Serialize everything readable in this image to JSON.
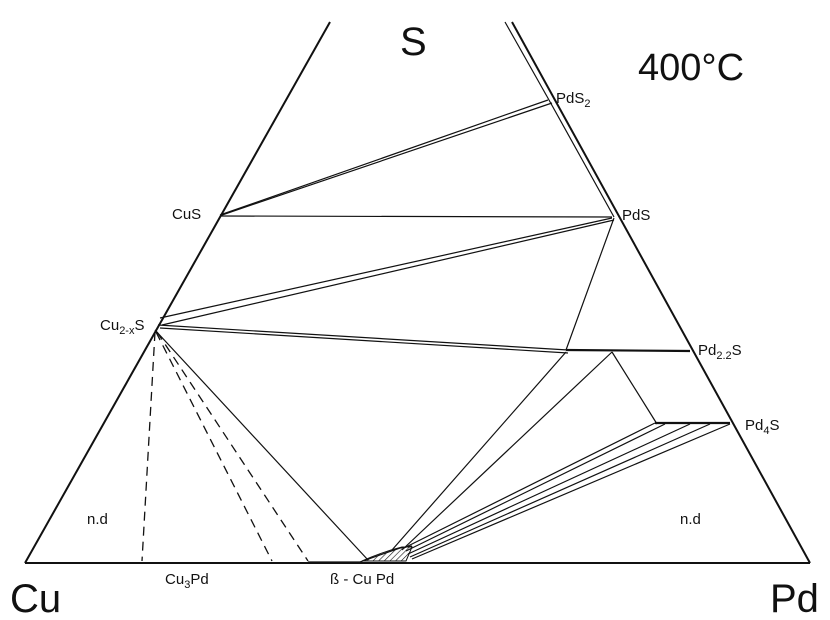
{
  "diagram": {
    "title": "400°C",
    "vertices": {
      "top": "S",
      "left": "Cu",
      "right": "Pd"
    },
    "phases": {
      "pds2": {
        "base": "PdS",
        "sub": "2",
        "tail": ""
      },
      "cus": {
        "base": "CuS",
        "sub": "",
        "tail": ""
      },
      "pds": {
        "base": "PdS",
        "sub": "",
        "tail": ""
      },
      "cu2xs": {
        "base": "Cu",
        "sub": "2-x",
        "tail": "S"
      },
      "pd22s": {
        "base": "Pd",
        "sub": "2.2",
        "tail": "S"
      },
      "pd4s": {
        "base": "Pd",
        "sub": "4",
        "tail": "S"
      },
      "cu3pd": {
        "base": "Cu",
        "sub": "3",
        "tail": "Pd"
      },
      "bcupd": {
        "base": "ß - Cu Pd",
        "sub": "",
        "tail": ""
      }
    },
    "region_labels": {
      "left_nd": "n.d",
      "right_nd": "n.d"
    }
  }
}
